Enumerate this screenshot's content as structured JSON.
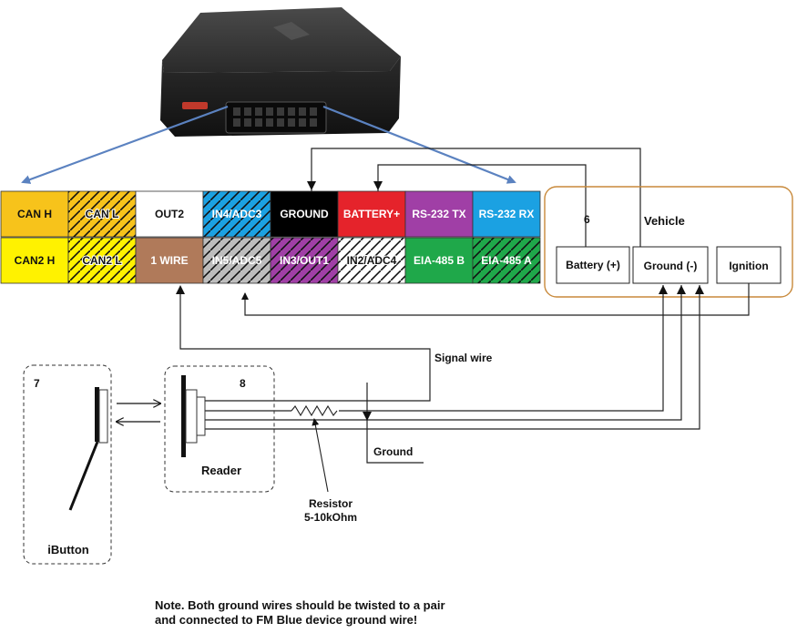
{
  "connector": {
    "top_row": [
      {
        "label": "CAN H",
        "color": "#F7C31B",
        "text": "#111111",
        "hatch": false
      },
      {
        "label": "CAN L",
        "color": "#F7C31B",
        "text": "#111111",
        "hatch": true
      },
      {
        "label": "OUT2",
        "color": "#FFFFFF",
        "text": "#111111",
        "hatch": false
      },
      {
        "label": "IN4/ADC3",
        "color": "#1BA1E2",
        "text": "#FFFFFF",
        "hatch": true
      },
      {
        "label": "GROUND",
        "color": "#000000",
        "text": "#FFFFFF",
        "hatch": false
      },
      {
        "label": "BATTERY+",
        "color": "#E5232B",
        "text": "#FFFFFF",
        "hatch": false
      },
      {
        "label": "RS-232 TX",
        "color": "#A03FA6",
        "text": "#FFFFFF",
        "hatch": false
      },
      {
        "label": "RS-232 RX",
        "color": "#1BA1E2",
        "text": "#FFFFFF",
        "hatch": false
      }
    ],
    "bottom_row": [
      {
        "label": "CAN2 H",
        "color": "#FFF200",
        "text": "#111111",
        "hatch": false
      },
      {
        "label": "CAN2 L",
        "color": "#FFF200",
        "text": "#111111",
        "hatch": true
      },
      {
        "label": "1 WIRE",
        "color": "#B07A5A",
        "text": "#FFFFFF",
        "hatch": false
      },
      {
        "label": "IN5/ADC5",
        "color": "#BDBDBD",
        "text": "#FFFFFF",
        "hatch": true
      },
      {
        "label": "IN3/OUT1",
        "color": "#A03FA6",
        "text": "#FFFFFF",
        "hatch": true
      },
      {
        "label": "IN2/ADC4",
        "color": "#FFFFFF",
        "text": "#111111",
        "hatch": true
      },
      {
        "label": "EIA-485 B",
        "color": "#1FA84A",
        "text": "#FFFFFF",
        "hatch": false
      },
      {
        "label": "EIA-485 A",
        "color": "#1FA84A",
        "text": "#FFFFFF",
        "hatch": true
      }
    ]
  },
  "vehicle": {
    "number": "6",
    "title": "Vehicle",
    "battery": "Battery (+)",
    "ground": "Ground (-)",
    "ignition": "Ignition"
  },
  "ibutton": {
    "number": "7",
    "label": "iButton"
  },
  "reader": {
    "number": "8",
    "label": "Reader"
  },
  "labels": {
    "signal_wire": "Signal wire",
    "ground": "Ground",
    "resistor_line1": "Resistor",
    "resistor_line2": "5-10kOhm"
  },
  "note": {
    "line1": "Note. Both ground wires should be twisted to a pair",
    "line2": "and connected to FM Blue device ground wire!"
  },
  "colors": {
    "wire": "#222222",
    "arrow_blue": "#5B82C0",
    "vehicle_border": "#C8893A"
  }
}
